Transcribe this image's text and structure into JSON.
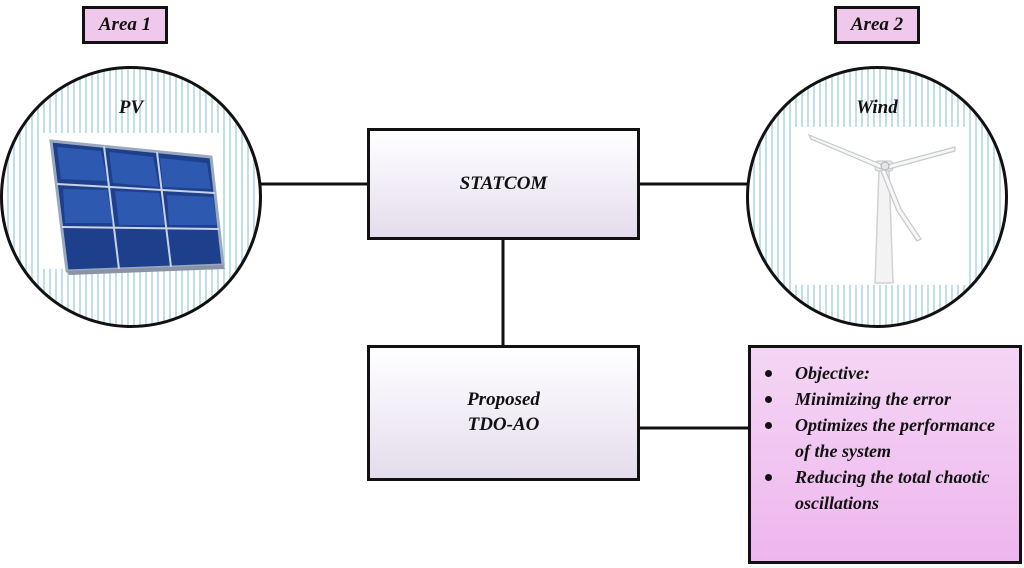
{
  "areas": {
    "area1": "Area 1",
    "area2": "Area 2"
  },
  "pv": {
    "title": "PV"
  },
  "wind": {
    "title": "Wind"
  },
  "statcom": {
    "label": "STATCOM"
  },
  "controller": {
    "line1": "Proposed",
    "line2": "TDO-AO"
  },
  "objectives": {
    "items": [
      "Objective:",
      "Minimizing the error",
      "Optimizes the performance of the system",
      "Reducing the total chaotic oscillations"
    ]
  },
  "colors": {
    "area_label_bg": "#f0c8ec",
    "objective_bg": "#eeb6ee",
    "box_bg": "#e4dcec",
    "circle_stripe": "#bfe0ea",
    "solar_panel": "#2a5ab8"
  },
  "icons": {
    "pv_image": "solar-panel",
    "wind_image": "wind-turbine"
  }
}
